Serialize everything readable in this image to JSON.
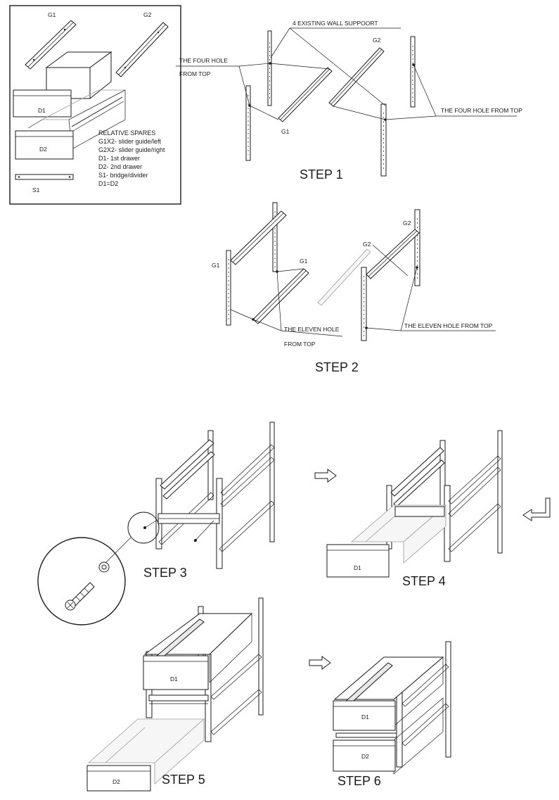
{
  "legend": {
    "top_labels": {
      "g1": "G1",
      "g2": "G2"
    },
    "drawer_d1": "D1",
    "drawer_d2": "D2",
    "bridge": "S1",
    "spares_title": "RELATIVE SPARES",
    "spares": [
      "G1X2- slider guide/left",
      "G2X2- slider guide/right",
      "D1- 1st drawer",
      "D2- 2nd drawer",
      "S1- bridge/divider",
      "D1=D2"
    ]
  },
  "step1": {
    "title": "STEP 1",
    "wall_support_label": "4 EXISTING WALL SUPPOORT",
    "hole_label_left_line1": "THE FOUR HOLE",
    "hole_label_left_line2": "FROM TOP",
    "hole_label_right": "THE FOUR HOLE FROM TOP",
    "guide_g1": "G1",
    "guide_g2": "G2"
  },
  "step2": {
    "title": "STEP 2",
    "left_g1_a": "G1",
    "left_g1_b": "G1",
    "right_g2_a": "G2",
    "right_g2_b": "G2",
    "hole_label_left_line1": "THE ELEVEN HOLE",
    "hole_label_left_line2": "FROM TOP",
    "hole_label_right": "THE ELEVEN HOLE FROM TOP"
  },
  "step3": {
    "title": "STEP 3"
  },
  "step4": {
    "title": "STEP 4",
    "drawer": "D1"
  },
  "step5": {
    "title": "STEP 5",
    "drawer_top": "D1",
    "drawer_bottom": "D2"
  },
  "step6": {
    "title": "STEP 6",
    "drawer_top": "D1",
    "drawer_bottom": "D2"
  },
  "arrows": {
    "step3_to_4": "right-arrow-icon",
    "step4_to_5": "down-left-return-arrow-icon",
    "step5_to_6": "right-arrow-icon"
  }
}
